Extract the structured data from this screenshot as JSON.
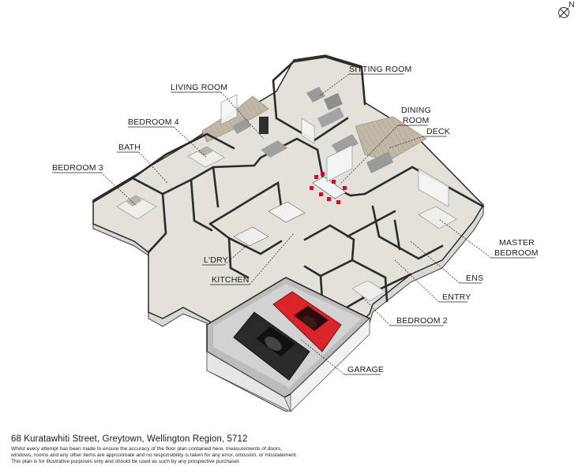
{
  "rooms": {
    "sitting_room": "SITTING ROOM",
    "living_room": "LIVING ROOM",
    "bedroom_4": "BEDROOM 4",
    "dining_room_line1": "DINING",
    "dining_room_line2": "ROOM",
    "deck": "DECK",
    "bath": "BATH",
    "bedroom_3": "BEDROOM 3",
    "master_bedroom_line1": "MASTER",
    "master_bedroom_line2": "BEDROOM",
    "ldry": "L'DRY",
    "kitchen": "KITCHEN",
    "ens": "ENS",
    "entry": "ENTRY",
    "bedroom_2": "BEDROOM 2",
    "garage": "GARAGE"
  },
  "compass": {
    "letter": "N"
  },
  "footer": {
    "address": "68 Kuratawhiti Street, Greytown, Wellington Region, 5712",
    "disclaimer_1": "Whilst every attempt has been made to ensure the accuracy of the floor plan contained here, measurements of doors,",
    "disclaimer_2": "windows, rooms and any other items are approximate and no responsibility is taken for any error, omission, or misstatement.",
    "disclaimer_3": "This plan is for illustrative purposes only and should be used as such by any prospective purchaser."
  },
  "colors": {
    "wall_top": "#2b2b2b",
    "wall_side": "#dcdcdc",
    "floor": "#e2ded8",
    "deck": "#bdb3a3",
    "garage_floor": "#cfcfcf",
    "car_red": "#d9252a",
    "car_black": "#2a2a2a"
  }
}
